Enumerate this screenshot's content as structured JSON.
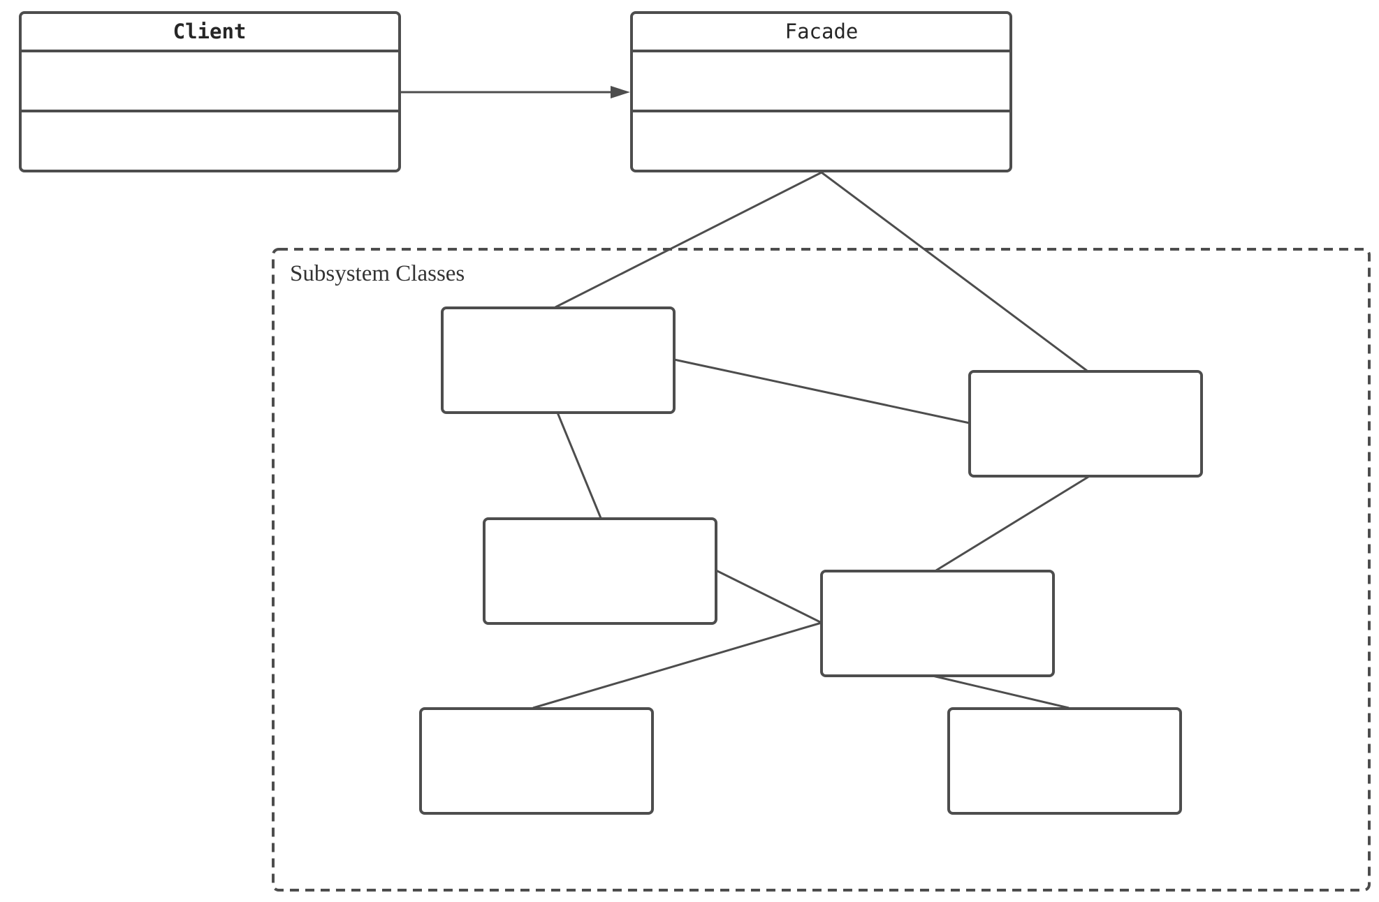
{
  "diagram": {
    "client": {
      "name": "Client"
    },
    "facade": {
      "name": "Facade"
    },
    "subsystem": {
      "label": "Subsystem Classes"
    }
  },
  "colors": {
    "stroke": "#4d4d4d",
    "text": "#262626",
    "background": "#ffffff"
  }
}
